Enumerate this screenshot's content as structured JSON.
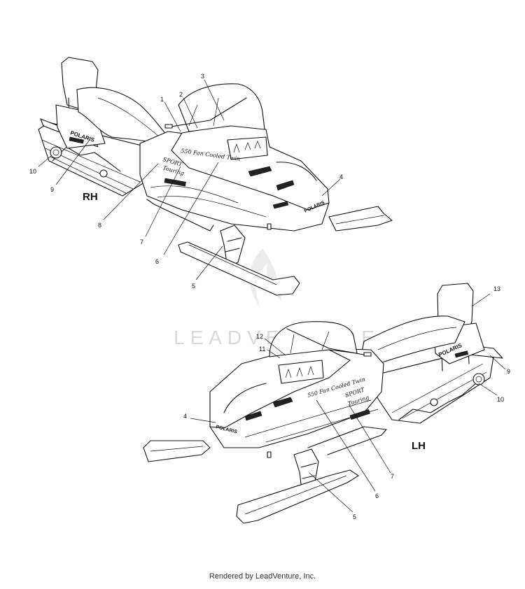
{
  "watermark": "LEADVENTURE",
  "footer": "Rendered by LeadVenture, Inc.",
  "views": {
    "rh": {
      "label": "RH",
      "decals": {
        "brand": "POLARIS",
        "engine": "550 Fan Cooled Twin",
        "model_line1": "SPORT",
        "model_line2": "Touring"
      },
      "callouts": [
        "1",
        "2",
        "3",
        "4",
        "5",
        "6",
        "7",
        "8",
        "9",
        "10"
      ]
    },
    "lh": {
      "label": "LH",
      "decals": {
        "brand": "POLARIS",
        "engine": "550 Fan Cooled Twin",
        "model_line1": "SPORT",
        "model_line2": "Touring"
      },
      "callouts": [
        "13",
        "12",
        "11",
        "9",
        "10",
        "4",
        "7",
        "6",
        "5"
      ]
    }
  }
}
